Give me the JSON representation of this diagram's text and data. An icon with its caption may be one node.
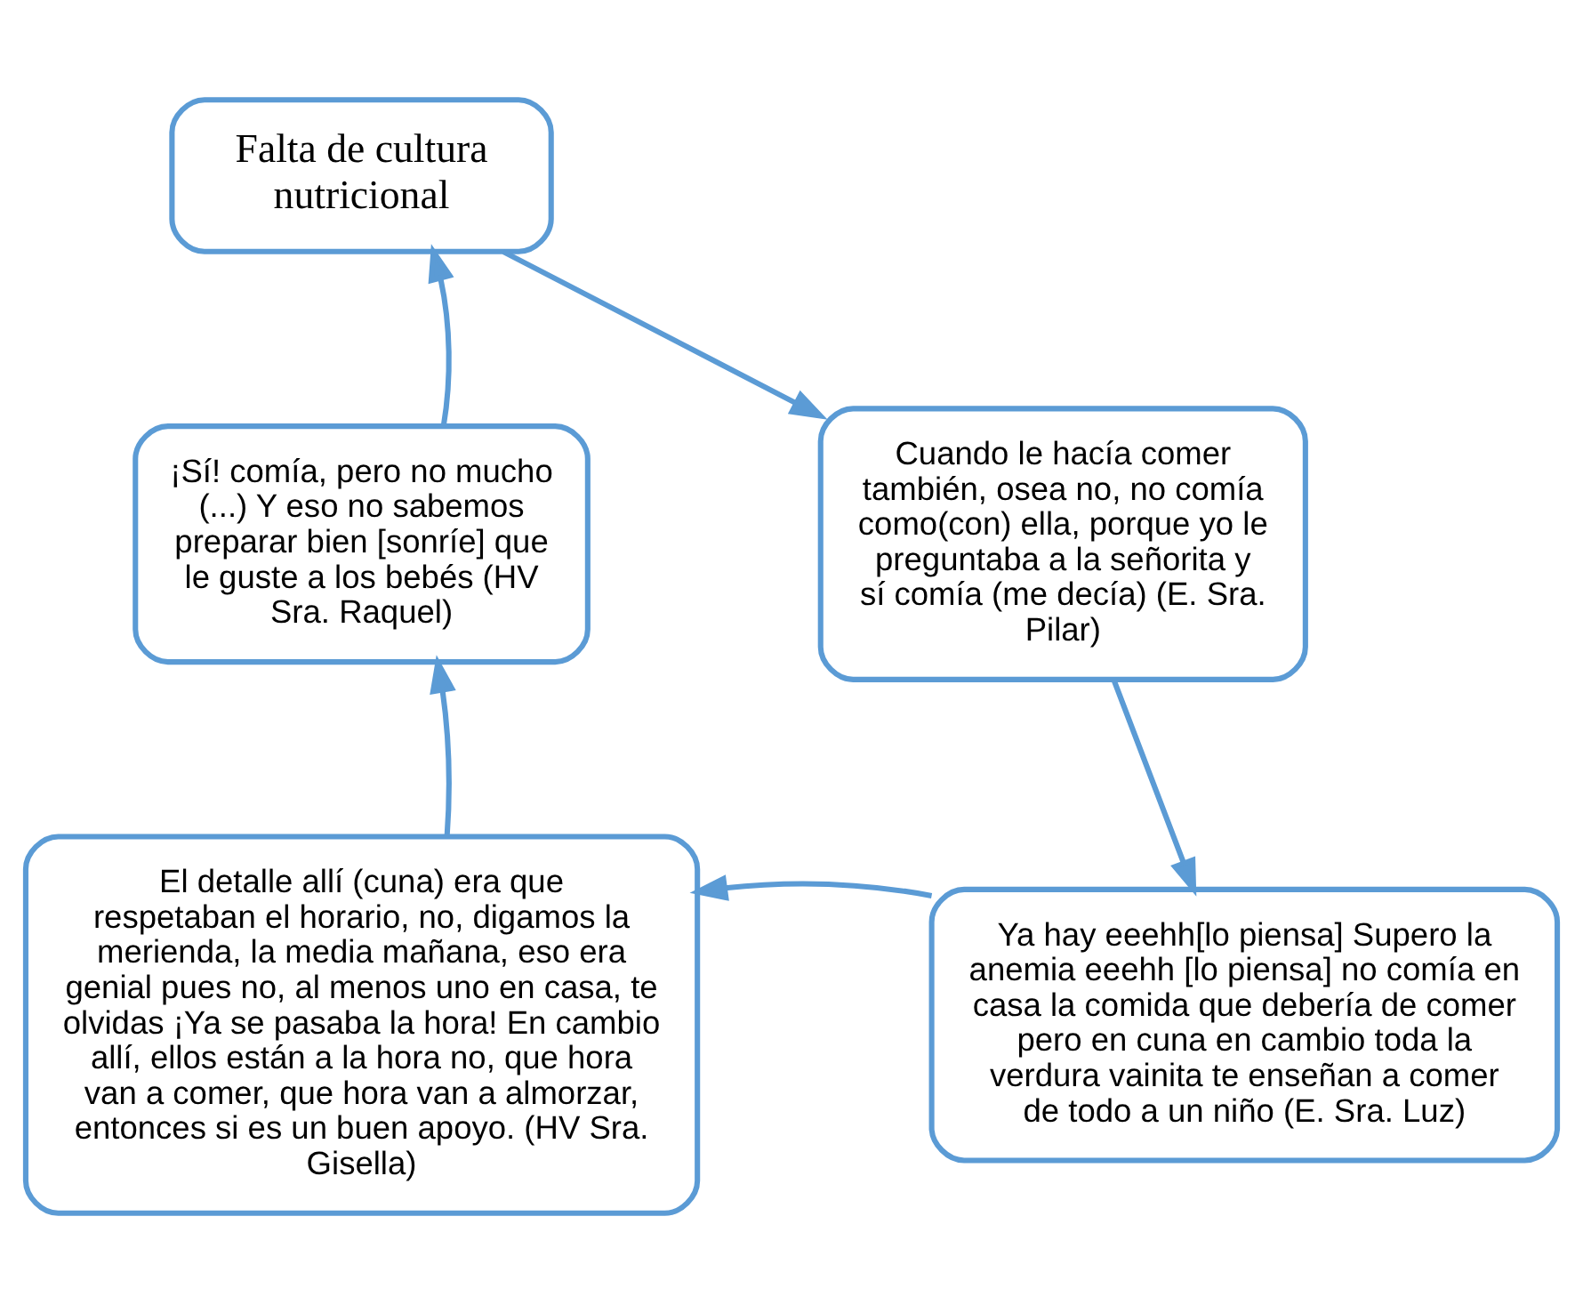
{
  "diagram": {
    "nodes": [
      {
        "text": [
          "Falta de cultura nutricional"
        ]
      },
      {
        "text": [
          "Cuando le hacía comer también, osea no, no comía como(con) ella, porque yo le preguntaba a la señorita y sí comía (me decía) (E. Sra. Pilar)"
        ]
      },
      {
        "text": [
          "Ya hay eeehh[lo piensa] Supero la anemia eeehh [lo piensa] no comía en casa la comida que debería de comer pero en cuna en cambio toda la verdura vainita te enseñan a comer de todo a un niño (E. Sra. Luz)"
        ]
      },
      {
        "text": [
          "El detalle allí (cuna) era que respetaban el horario, no, digamos la merienda, la media mañana, eso era genial pues no, al menos uno en casa, te olvidas ¡Ya se pasaba la hora! En cambio allí, ellos están a la hora no, que hora van a comer, que hora van a almorzar, entonces si es un buen apoyo. (HV Sra. Gisella)"
        ]
      },
      {
        "text": [
          "¡Sí! comía, pero no mucho (...) Y eso no sabemos preparar bien [sonríe] que le guste a los bebés (HV Sra. Raquel)"
        ]
      }
    ],
    "edges": [
      {
        "from": 0,
        "to": 1,
        "arrow": "to"
      },
      {
        "from": 1,
        "to": 2,
        "arrow": "to"
      },
      {
        "from": 2,
        "to": 3,
        "arrow": "to"
      },
      {
        "from": 3,
        "to": 4,
        "arrow": "to"
      },
      {
        "from": 4,
        "to": 0,
        "arrow": "to"
      }
    ]
  }
}
